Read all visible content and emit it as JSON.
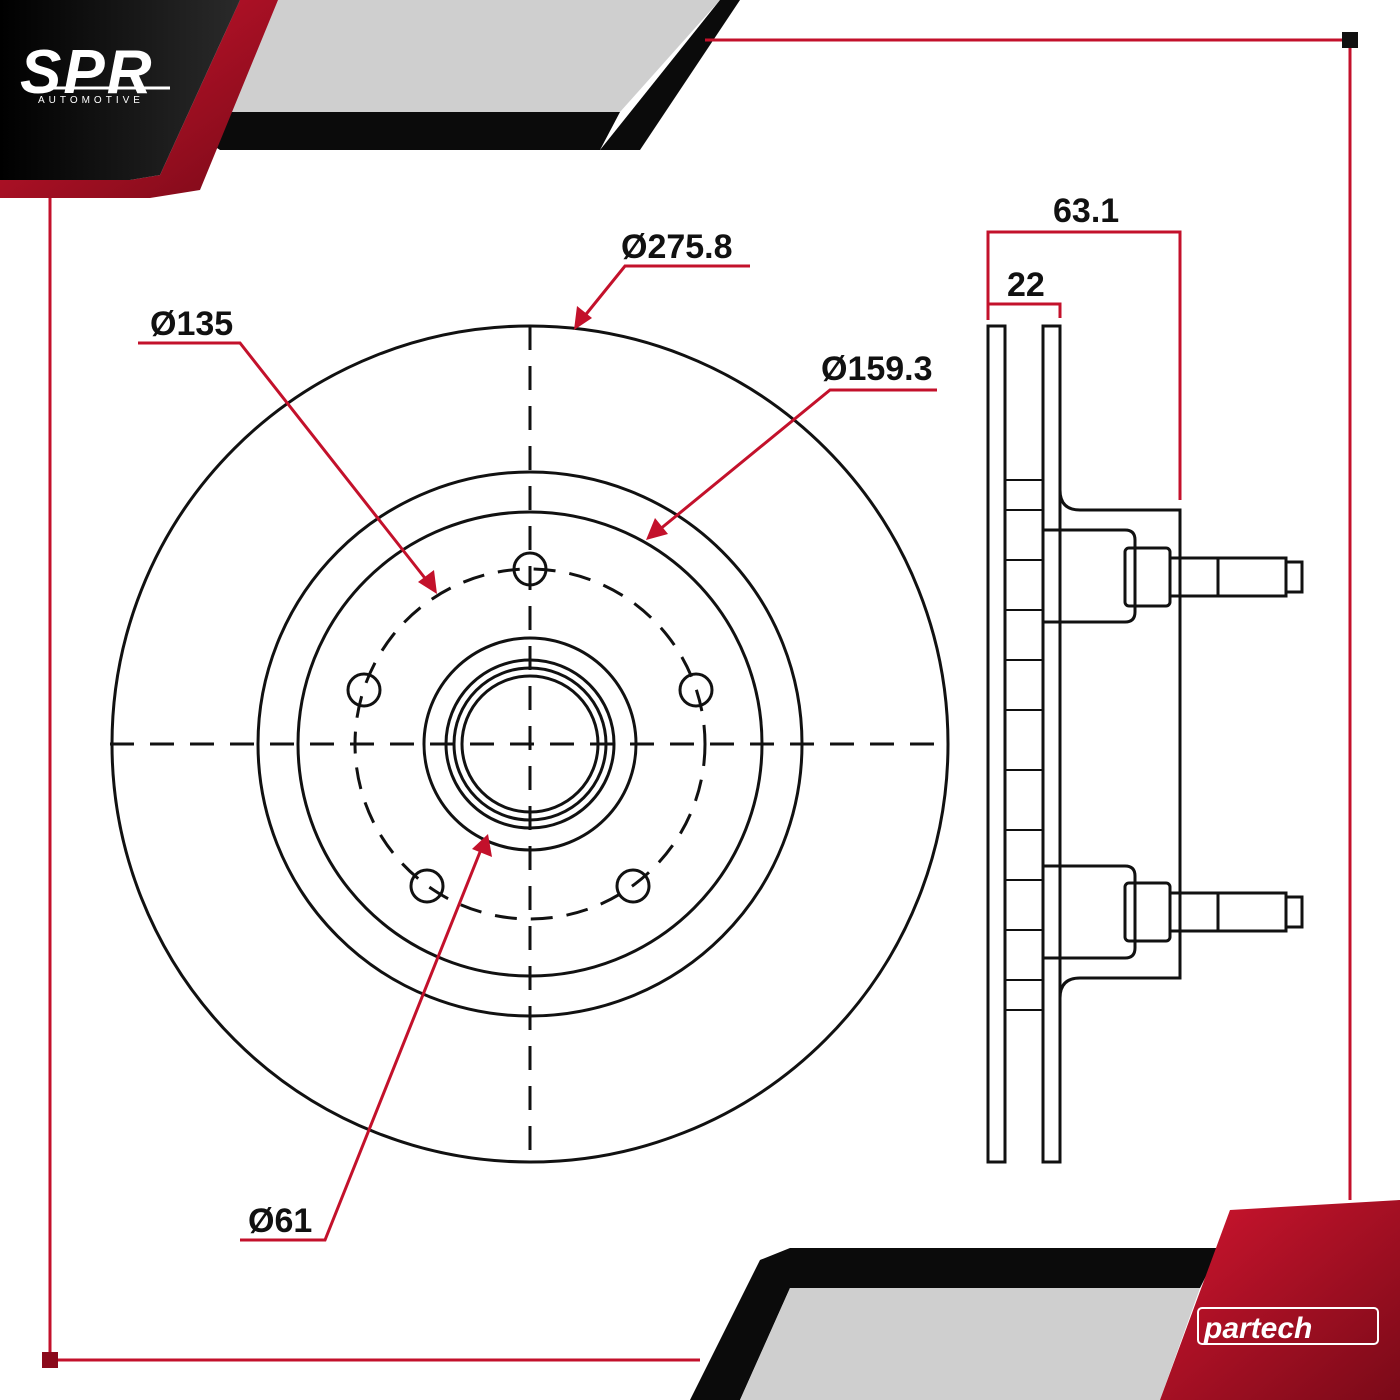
{
  "logo": {
    "name": "SPR",
    "subtitle": "AUTOMOTIVE"
  },
  "brand": {
    "name": "partech"
  },
  "dimensions": {
    "outer_diameter": "Ø275.8",
    "bolt_circle": "Ø135",
    "hat_diameter": "Ø159.3",
    "center_bore": "Ø61",
    "overall_height": "63.1",
    "rotor_thickness": "22"
  },
  "colors": {
    "accent_red": "#c3112b",
    "dark_red": "#8b0a1c",
    "black": "#0b0b0b",
    "grey": "#cfcfcf",
    "line": "#111111"
  }
}
